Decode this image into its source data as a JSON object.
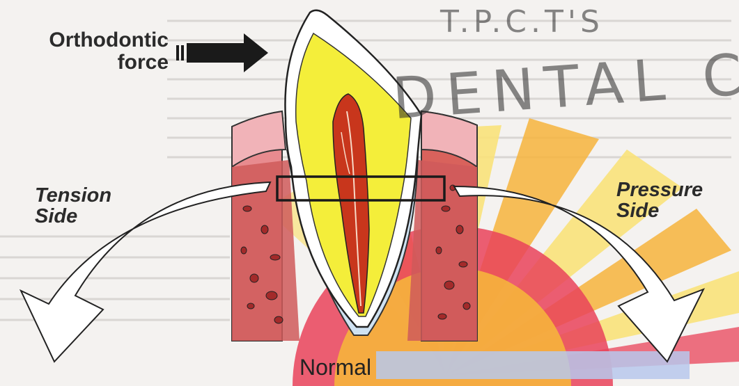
{
  "labels": {
    "force_line1": "Orthodontic",
    "force_line2": "force",
    "tension_line1": "Tension",
    "tension_line2": "Side",
    "pressure_line1": "Pressure",
    "pressure_line2": "Side",
    "caption": "Normal"
  },
  "watermark": {
    "top": "T.P.C.T'S",
    "arc": "DENTAL CO"
  },
  "colors": {
    "enamel_outline": "#222222",
    "dentin": "#f4ee3a",
    "pulp": "#c8361c",
    "bone": "#d45a5a",
    "gingiva": "#f1b3b8",
    "ray_orange": "#f6b43c",
    "ray_yellow": "#f9e27a",
    "ray_pink": "#e9435a"
  }
}
